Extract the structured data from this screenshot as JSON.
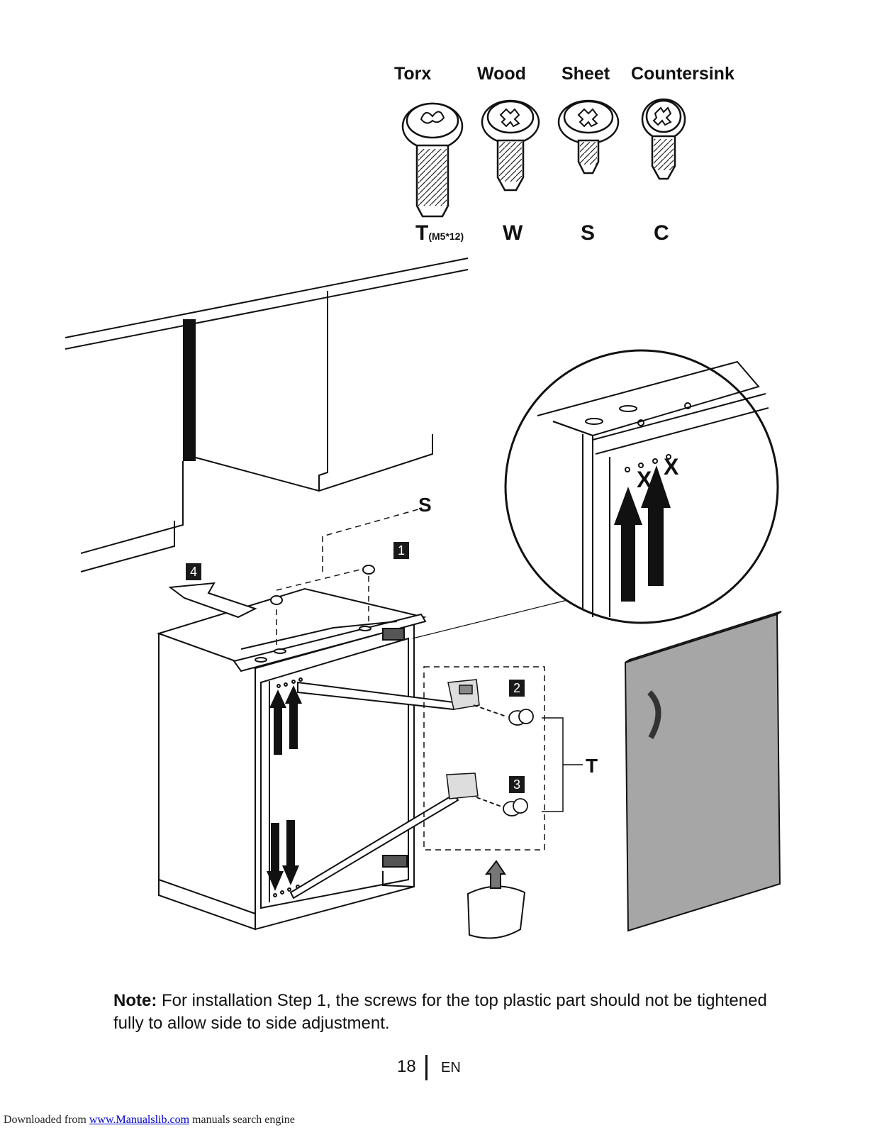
{
  "screws": [
    {
      "name": "Torx",
      "code": "T",
      "size": "(M5*12)"
    },
    {
      "name": "Wood",
      "code": "W"
    },
    {
      "name": "Sheet",
      "code": "S"
    },
    {
      "name": "Countersink",
      "code": "C"
    }
  ],
  "callouts": {
    "s_label": "S",
    "t_label": "T"
  },
  "steps": [
    "1",
    "2",
    "3",
    "4"
  ],
  "detail_marks": {
    "x1": "X",
    "x2": "X"
  },
  "note": {
    "label": "Note:",
    "text": " For installation Step 1, the screws for the top plastic part should not be tightened fully to allow side to side adjustment."
  },
  "footer": {
    "page": "18",
    "lang": "EN"
  },
  "download_bar": {
    "prefix": "Downloaded from ",
    "link": "www.Manualslib.com",
    "suffix": " manuals search engine"
  },
  "colors": {
    "door": "#a6a6a6",
    "ink": "#1a1a1a",
    "link": "#0000cc"
  }
}
